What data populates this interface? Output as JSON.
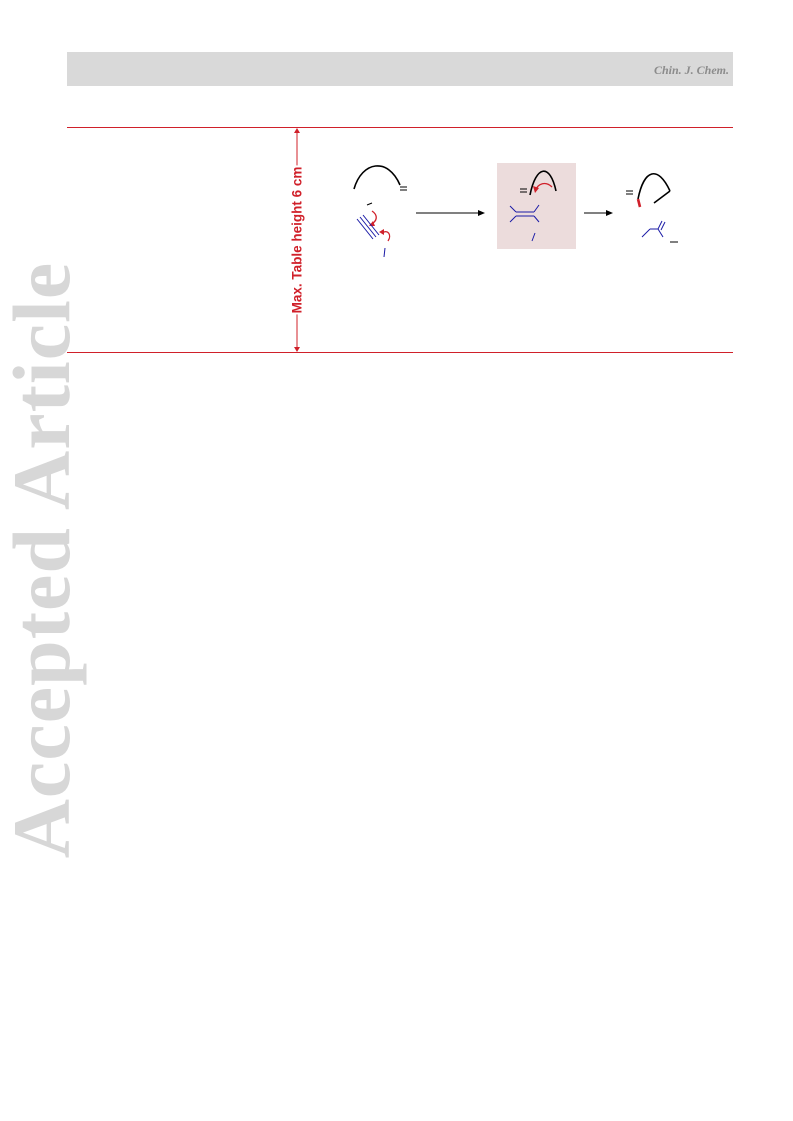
{
  "header": {
    "journal": "Chin. J. Chem."
  },
  "table_area": {
    "height_label": "Max. Table height 6 cm"
  },
  "watermark": {
    "text": "Accepted Article"
  },
  "colors": {
    "rule": "#d0202a",
    "header_band": "#d9d9d9",
    "watermark": "#d7d7d7",
    "intermediate_box": "#ecdcdc",
    "bond_blue": "#1a1aa6",
    "arrow_red": "#d0202a"
  }
}
